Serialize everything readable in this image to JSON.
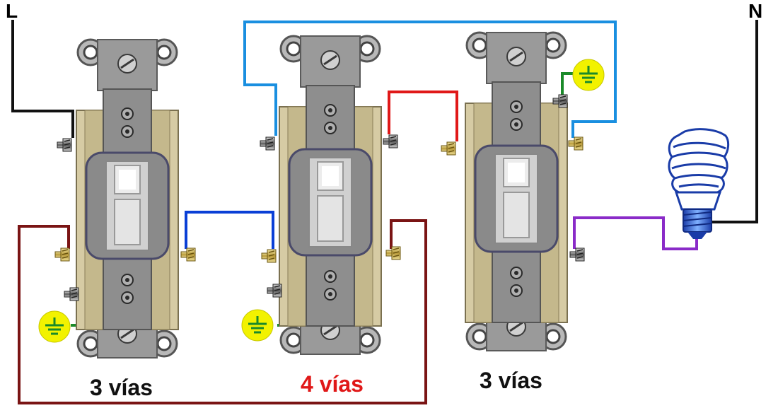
{
  "terminals": {
    "line": "L",
    "neutral": "N"
  },
  "switches": [
    {
      "label": "3 vías",
      "label_color": "#111111"
    },
    {
      "label": "4 vías",
      "label_color": "#e01818"
    },
    {
      "label": "3 vías",
      "label_color": "#111111"
    }
  ],
  "wire_colors": {
    "line": "#111111",
    "traveler_blue": "#0a3fd6",
    "traveler_lightblue": "#1a8fe0",
    "traveler_red": "#e01818",
    "traveler_darkred": "#7a1414",
    "switched_purple": "#8a2bc8",
    "neutral": "#111111",
    "ground": "#1a8a2a"
  },
  "icons": [
    "ground-symbol-icon",
    "cfl-bulb-icon",
    "screw-icon"
  ]
}
